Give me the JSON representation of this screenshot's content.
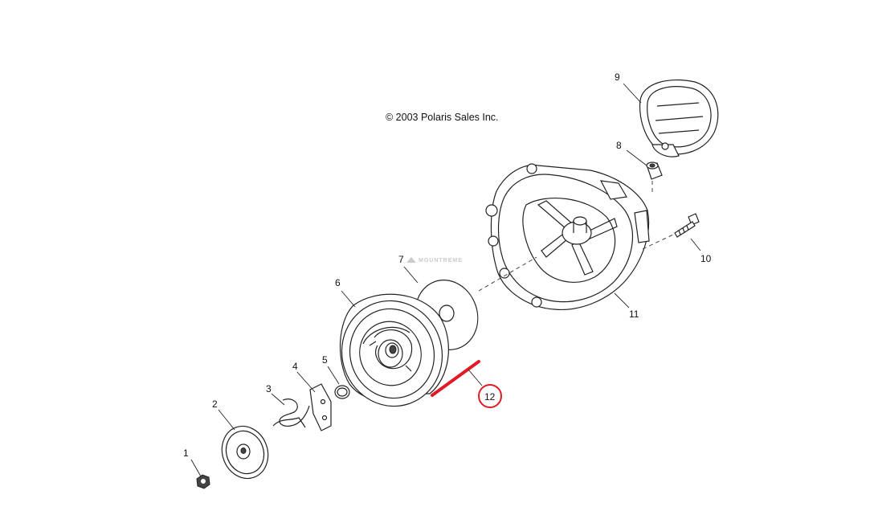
{
  "copyright": "© 2003 Polaris Sales Inc.",
  "watermark": "MOUNTREME",
  "highlight_color": "#e01b24",
  "callouts": [
    "1",
    "2",
    "3",
    "4",
    "5",
    "6",
    "7",
    "8",
    "9",
    "10",
    "11",
    "12"
  ]
}
